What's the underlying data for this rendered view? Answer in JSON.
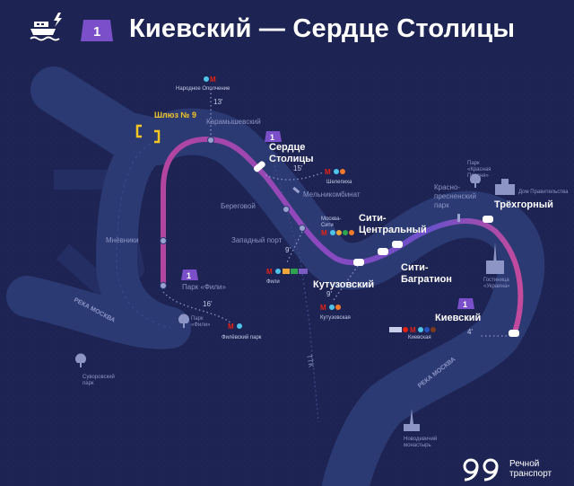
{
  "header": {
    "title": "Киевский — Сердце Столицы",
    "line_number": "1"
  },
  "footer": {
    "brand_line1": "Речной",
    "brand_line2": "транспорт"
  },
  "colors": {
    "background": "#1d2352",
    "river": "#2c3a73",
    "route_pink": "#c04fb0",
    "route_violet": "#6a4fc8",
    "badge": "#7b4fc9",
    "lock": "#f3c623",
    "metro_red": "#e42313"
  },
  "rivers": [
    {
      "label": "РЕКА МОСКВА"
    },
    {
      "label": "РЕКА МОСКВА"
    }
  ],
  "piers_major": [
    {
      "name": "Сердце\nСтолицы"
    },
    {
      "name": "Сити-\nЦентральный"
    },
    {
      "name": "Сити-\nБагратион"
    },
    {
      "name": "Кутузовский"
    },
    {
      "name": "Трёхгорный"
    },
    {
      "name": "Киевский"
    }
  ],
  "piers_minor": [
    {
      "name": "Карамышевский"
    },
    {
      "name": "Мельникомбинат"
    },
    {
      "name": "Береговой"
    },
    {
      "name": "Западный порт"
    },
    {
      "name": "Мнёвники"
    },
    {
      "name": "Парк «Фили»"
    },
    {
      "name": "Красно-\nпресненский\nпарк"
    }
  ],
  "lock": {
    "label": "Шлюз № 9"
  },
  "walks": [
    {
      "minutes": "13'"
    },
    {
      "minutes": "15'"
    },
    {
      "minutes": "9'"
    },
    {
      "minutes": "16'"
    },
    {
      "minutes": "9'"
    },
    {
      "minutes": "4'"
    }
  ],
  "metro_labels": [
    {
      "name": "Народное Ополчение"
    },
    {
      "name": "Шелепиха"
    },
    {
      "name": "Москва-\nСити"
    },
    {
      "name": "Фили"
    },
    {
      "name": "Кутузовская"
    },
    {
      "name": "Филёвский парк"
    },
    {
      "name": "Киевская"
    }
  ],
  "landmarks": [
    {
      "name": "Парк\n«Красная\nПресня»"
    },
    {
      "name": "Дом Правительства"
    },
    {
      "name": "Гостиница\n«Украина»"
    },
    {
      "name": "Парк\n«Фили»"
    },
    {
      "name": "Суворовский\nпарк"
    },
    {
      "name": "Новодевичий\nмонастырь"
    }
  ],
  "road_labels": [
    {
      "name": "ТТК"
    }
  ],
  "station_badges": [
    {
      "number": "1"
    },
    {
      "number": "1"
    },
    {
      "number": "1"
    }
  ]
}
